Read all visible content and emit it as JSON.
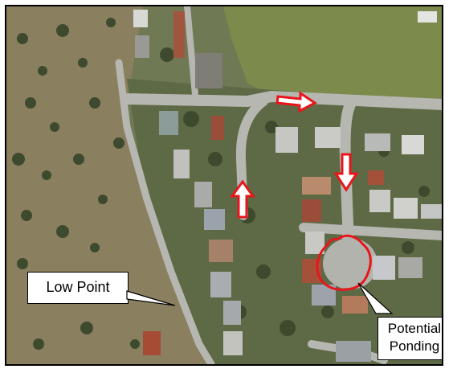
{
  "map": {
    "type": "aerial-photo",
    "annotations": {
      "low_point": {
        "label": "Low Point"
      },
      "potential_ponding": {
        "label_line1": "Potential",
        "label_line2": "Ponding"
      }
    },
    "flow_arrow_color": "#e8161b",
    "flow_arrow_count": 3,
    "ponding_outline_color": "#e8161b"
  }
}
